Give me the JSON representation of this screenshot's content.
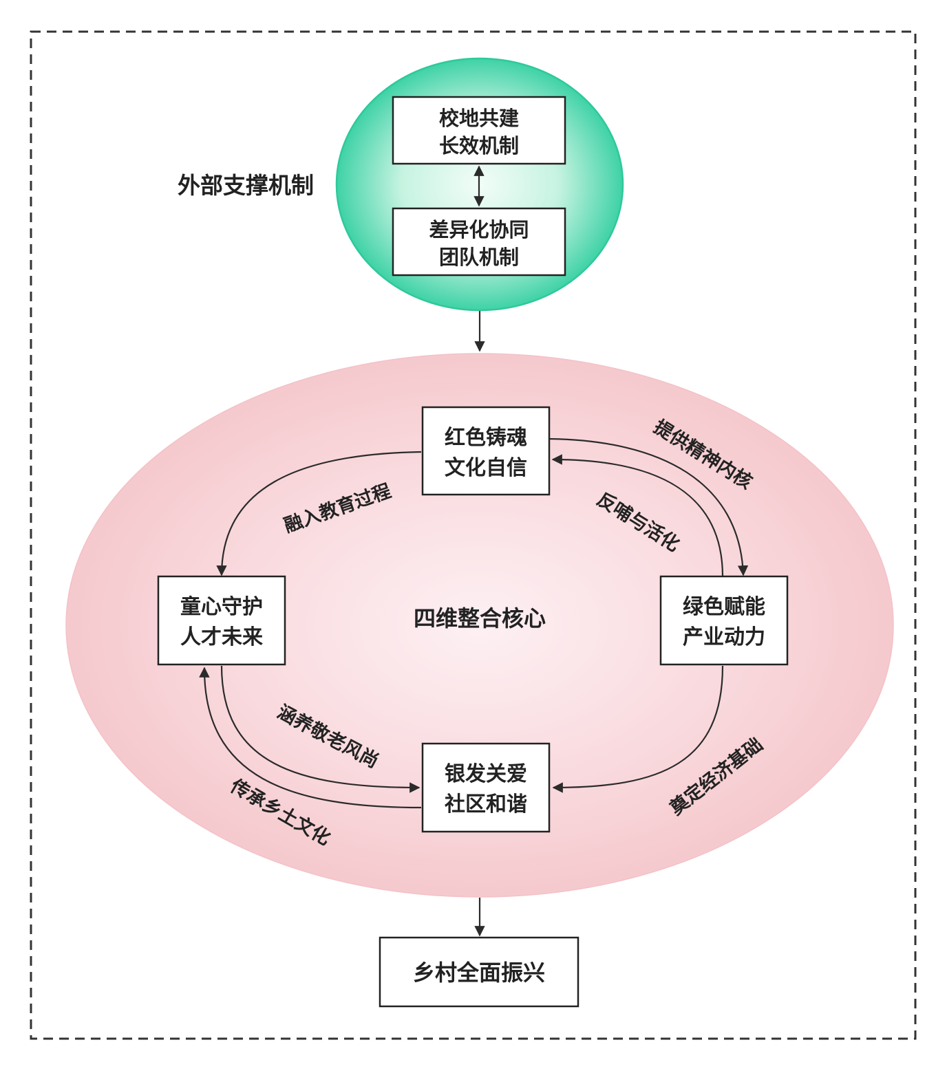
{
  "outer_support": {
    "label": "外部支撑机制",
    "box_top": {
      "line1": "校地共建",
      "line2": "长效机制"
    },
    "box_bottom": {
      "line1": "差异化协同",
      "line2": "团队机制"
    }
  },
  "core": {
    "label": "四维整合核心",
    "nodes": {
      "red": {
        "line1": "红色铸魂",
        "line2": "文化自信"
      },
      "child": {
        "line1": "童心守护",
        "line2": "人才未来"
      },
      "green": {
        "line1": "绿色赋能",
        "line2": "产业动力"
      },
      "silver": {
        "line1": "银发关爱",
        "line2": "社区和谐"
      }
    },
    "edge_labels": {
      "red_to_green": "提供精神内核",
      "green_to_red": "反哺与活化",
      "red_to_child": "融入教育过程",
      "green_to_silver": "奠定经济基础",
      "child_to_silver": "涵养敬老风尚",
      "silver_to_child": "传承乡土文化"
    }
  },
  "result": {
    "label": "乡村全面振兴"
  },
  "colors": {
    "green_outer": "#2ec99a",
    "green_inner": "#e9fbf3",
    "pink_outer": "#f6c6cb",
    "pink_inner": "#fcebef",
    "border": "#222222",
    "dash_frame": "#333333"
  }
}
